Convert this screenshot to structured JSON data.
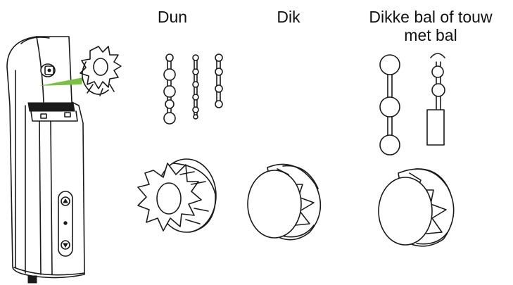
{
  "columns": [
    {
      "id": "dun",
      "heading": "Dun"
    },
    {
      "id": "dik",
      "heading": "Dik"
    },
    {
      "id": "bal",
      "heading_line1": "Dikke bal of touw",
      "heading_line2": "met bal"
    }
  ],
  "colors": {
    "line": "#1a1a1a",
    "arrow": "#7ac142",
    "background": "#ffffff"
  },
  "icons": [
    "up-arrow-icon",
    "down-arrow-icon",
    "insert-arrow-icon"
  ]
}
